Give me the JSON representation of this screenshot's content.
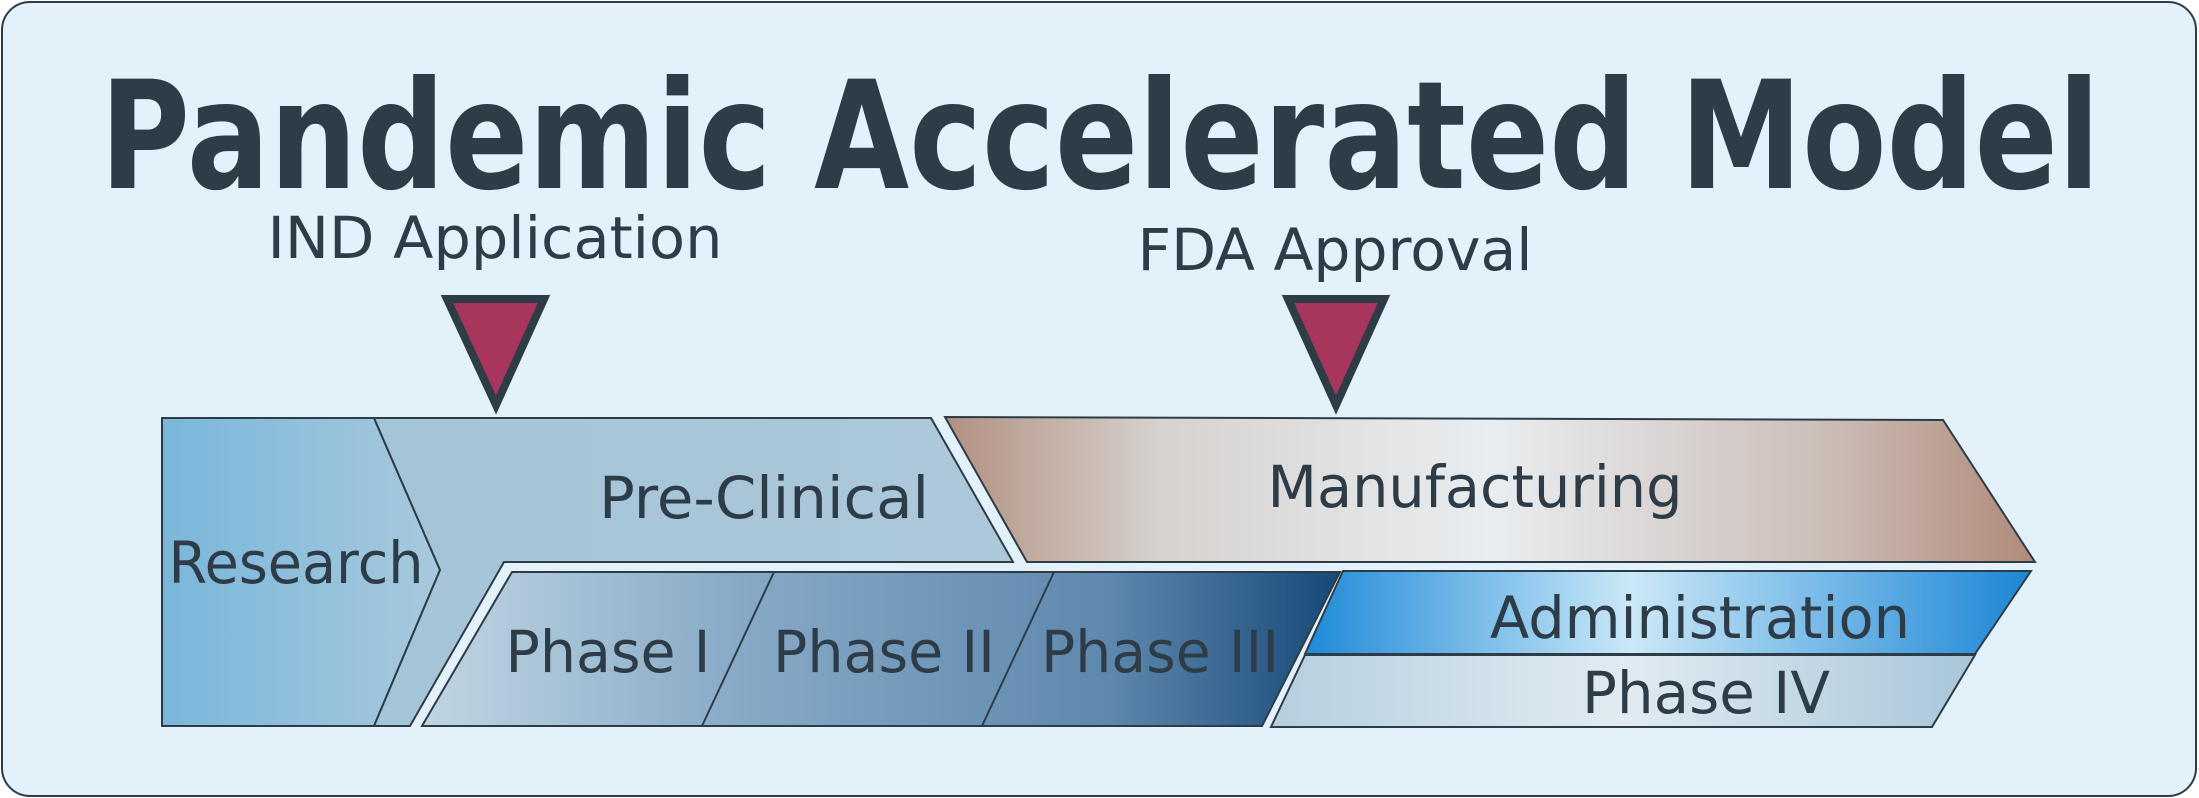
{
  "title": "Pandemic Accelerated Model",
  "milestones": [
    {
      "label": "IND Application"
    },
    {
      "label": "FDA Approval"
    }
  ],
  "stages": {
    "research": "Research",
    "preclinical": "Pre-Clinical",
    "manufacturing": "Manufacturing",
    "phase1": "Phase I",
    "phase2": "Phase II",
    "phase3": "Phase III",
    "administration": "Administration",
    "phase4": "Phase IV"
  },
  "colors": {
    "background": "#e3f1fb",
    "text": "#2e3c48",
    "marker": "#a8355c",
    "outline": "#2e3c48"
  }
}
